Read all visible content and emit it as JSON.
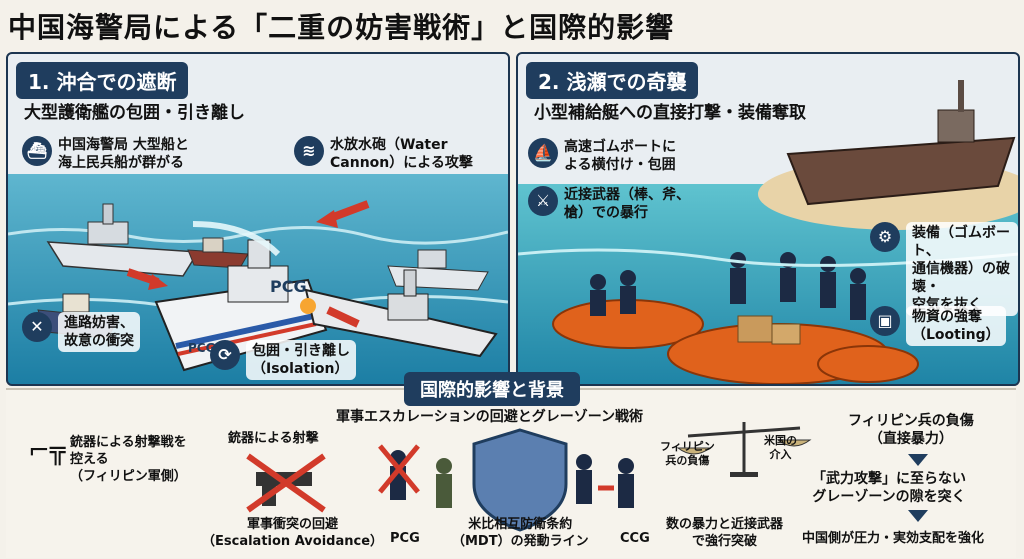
{
  "title": "中国海警局による「二重の妨害戦術」と国際的影響",
  "panel1": {
    "tag": "1. 沖合での遮断",
    "subtitle": "大型護衛艦の包囲・引き離し",
    "note_ships": "中国海警局 大型船と\n海上民兵船が群がる",
    "note_water": "水放水砲（Water\nCannon）による攻撃",
    "note_block": "進路妨害、\n故意の衝突",
    "note_isolate": "包囲・引き離し\n（Isolation）",
    "ship_mark_1": "PCG",
    "ship_mark_2": "PCG"
  },
  "panel2": {
    "tag": "2. 浅瀬での奇襲",
    "subtitle": "小型補給艇への直接打撃・装備奪取",
    "note_boats": "高速ゴムボートに\nよる横付け・包囲",
    "note_weapons": "近接武器（棒、斧、\n槍）での暴行",
    "note_equip": "装備（ゴムボート、\n通信機器）の破壊・\n空気を抜く",
    "note_loot": "物資の強奪\n（Looting）"
  },
  "bottom": {
    "title": "国際的影響と背景",
    "subtitle": "軍事エスカレーションの回避とグレーゾーン戦術",
    "gun_text": "銃器による射撃戦を\n控える\n（フィリピン軍側）",
    "gun_label": "銃器による射撃",
    "avoid": "軍事衝突の回避\n（Escalation Avoidance）",
    "pcg": "PCG",
    "mdt": "米比相互防衛条約\n（MDT）の発動ライン",
    "ccg": "CCG",
    "scale_left": "フィリピン\n兵の負傷",
    "scale_right": "米国の\n介入",
    "force": "数の暴力と近接武器\nで強行突破",
    "injury_title": "フィリピン兵の負傷\n（直接暴力）",
    "no_attack": "「武力攻撃」に至らない\nグレーゾーンの隙を突く",
    "china": "中国側が圧力・実効支配を強化"
  },
  "colors": {
    "navy": "#1f3d5e",
    "red": "#d23a2a",
    "sea": "#1f84a6"
  }
}
